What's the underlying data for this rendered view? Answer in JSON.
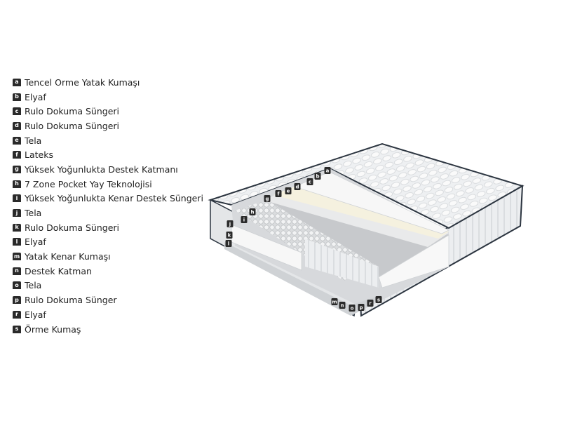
{
  "legend": [
    {
      "letter": "a",
      "label": "Tencel Orme Yatak Kumaşı"
    },
    {
      "letter": "b",
      "label": "Elyaf"
    },
    {
      "letter": "c",
      "label": "Rulo Dokuma Süngeri"
    },
    {
      "letter": "d",
      "label": "Rulo Dokuma Süngeri"
    },
    {
      "letter": "e",
      "label": "Tela"
    },
    {
      "letter": "f",
      "label": "Lateks"
    },
    {
      "letter": "g",
      "label": "Yüksek Yoğunlukta Destek Katmanı"
    },
    {
      "letter": "h",
      "label": "7 Zone Pocket Yay Teknolojisi"
    },
    {
      "letter": "i",
      "label": "Yüksek Yoğunlukta Kenar Destek Süngeri"
    },
    {
      "letter": "j",
      "label": "Tela"
    },
    {
      "letter": "k",
      "label": "Rulo Dokuma Süngeri"
    },
    {
      "letter": "l",
      "label": "Elyaf"
    },
    {
      "letter": "m",
      "label": "Yatak Kenar Kumaşı"
    },
    {
      "letter": "n",
      "label": "Destek Katman"
    },
    {
      "letter": "o",
      "label": "Tela"
    },
    {
      "letter": "p",
      "label": "Rulo Dokuma Sünger"
    },
    {
      "letter": "r",
      "label": "Elyaf"
    },
    {
      "letter": "s",
      "label": "Örme Kumaş"
    }
  ]
}
